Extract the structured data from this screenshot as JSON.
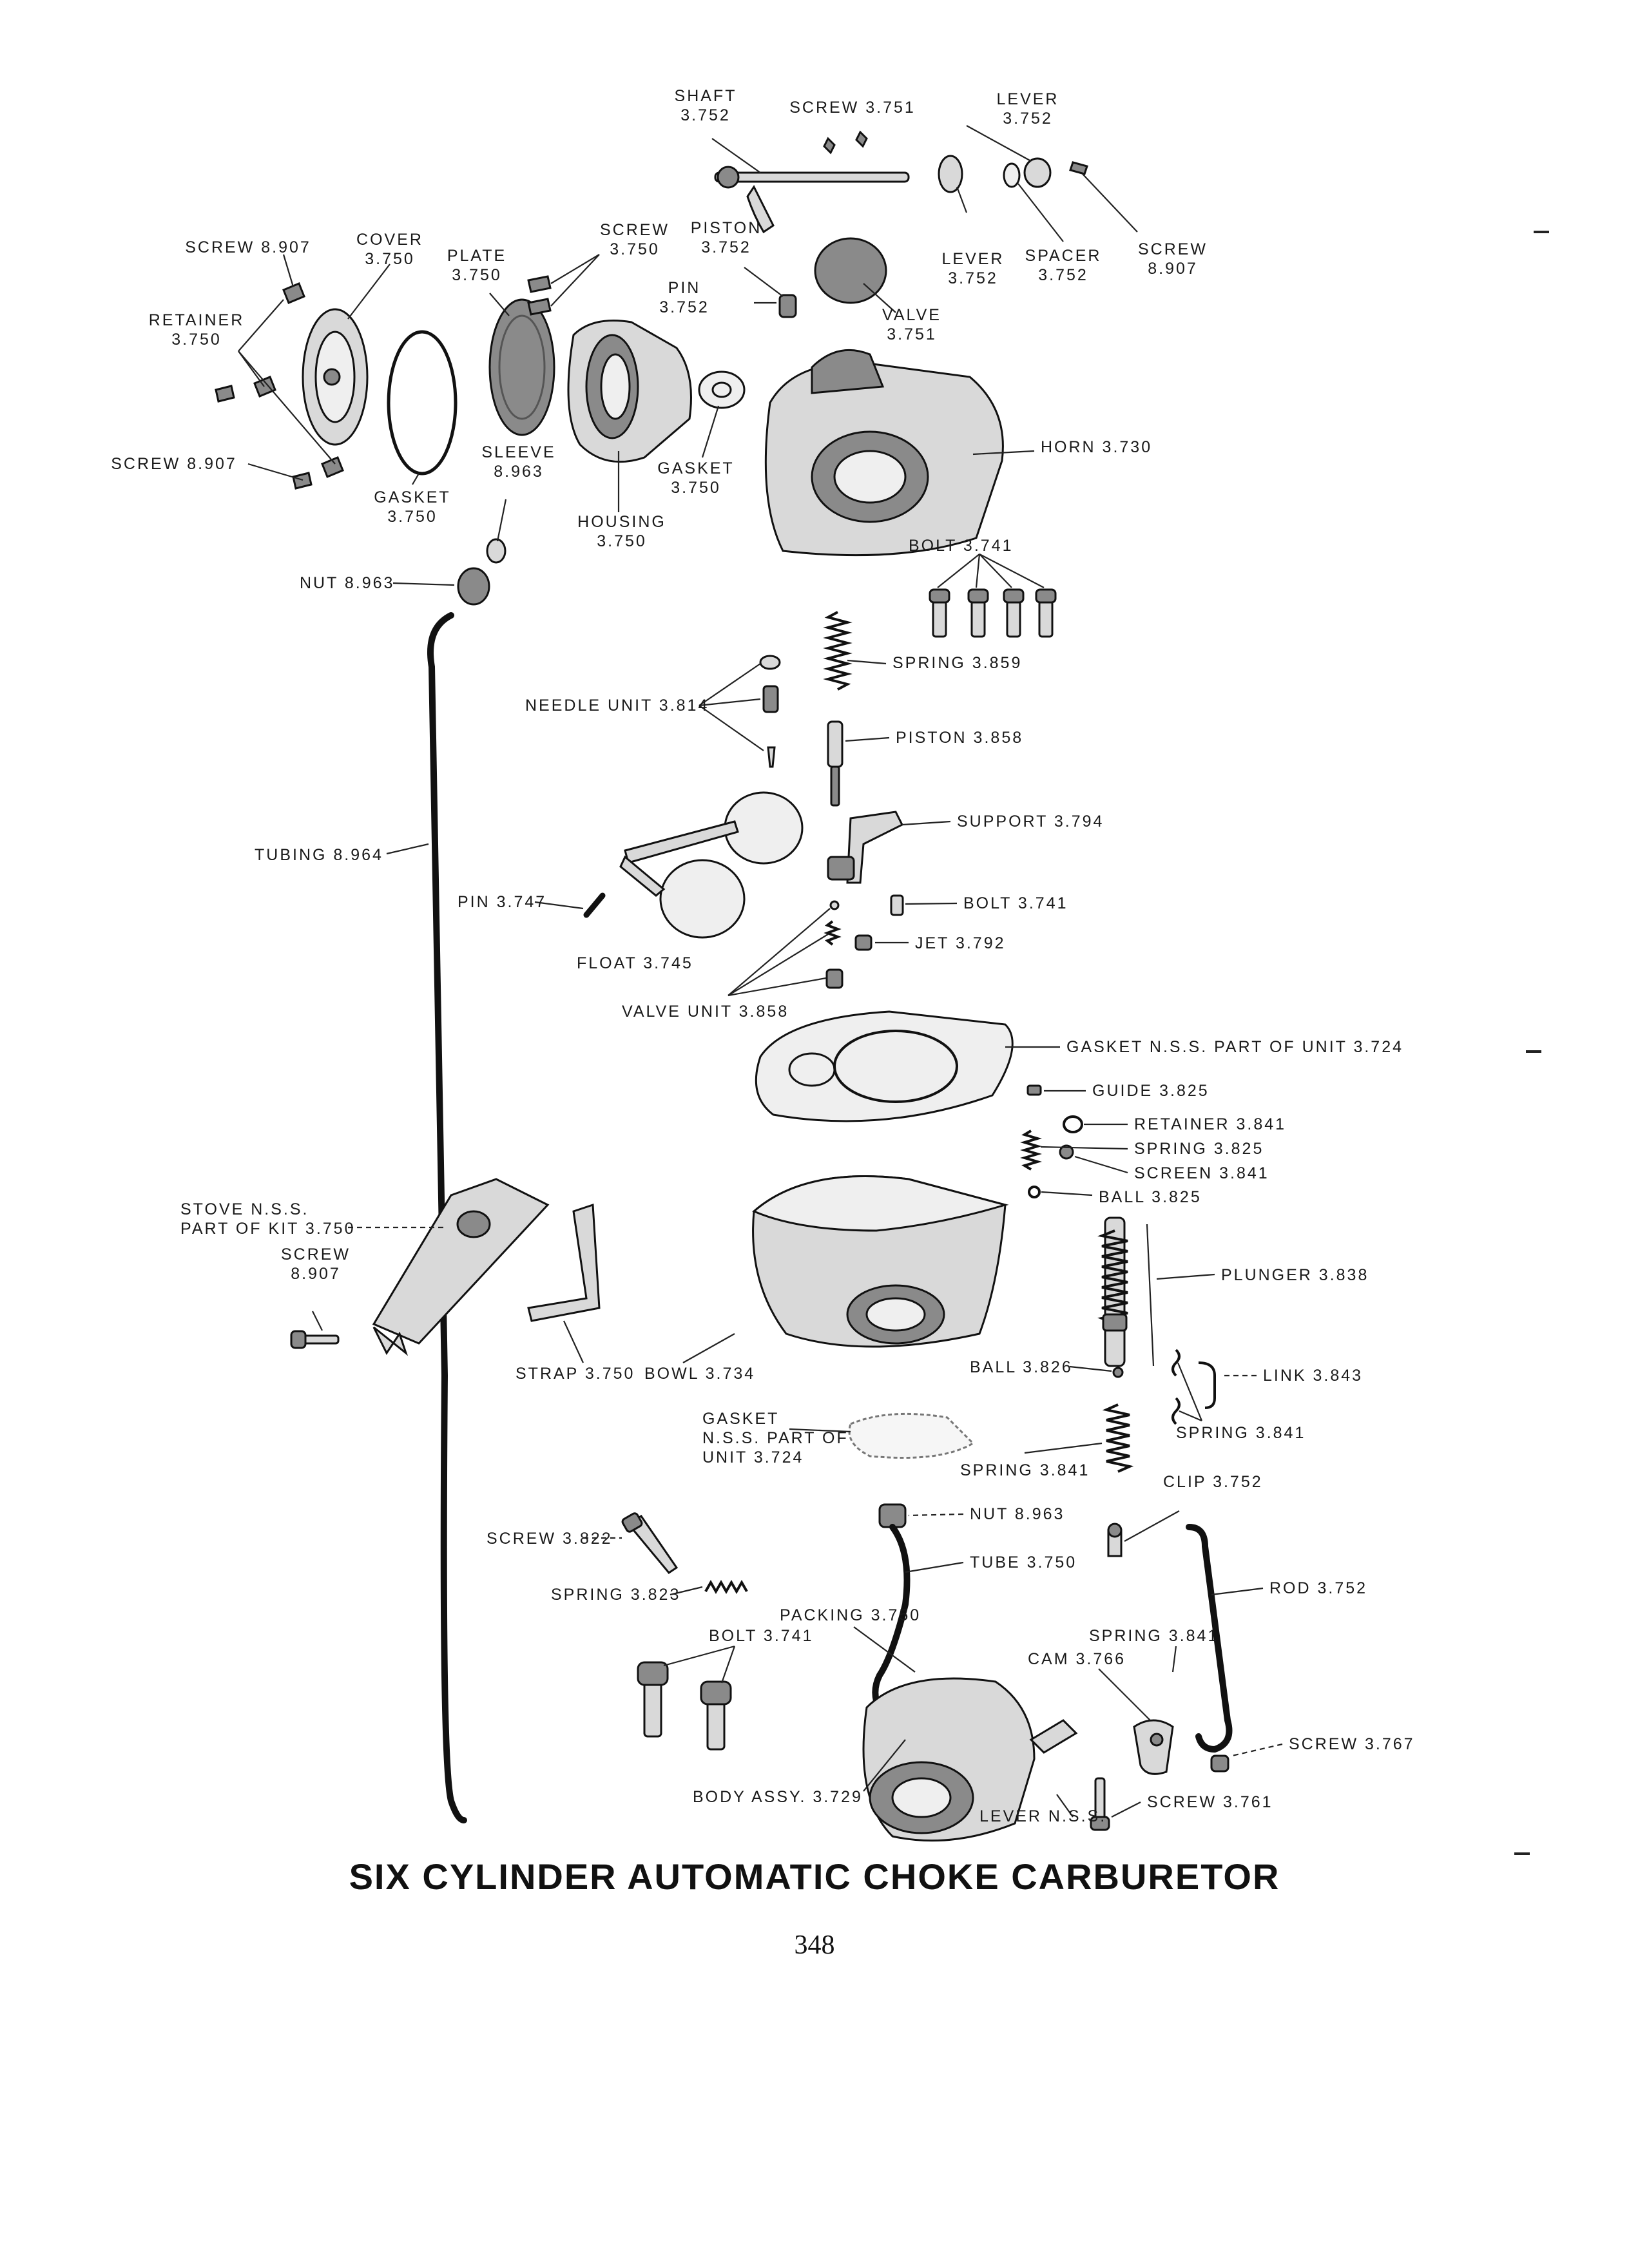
{
  "title": "SIX CYLINDER AUTOMATIC CHOKE CARBURETOR",
  "page_number": "348",
  "labels": {
    "shaft": [
      "SHAFT",
      "3.752"
    ],
    "screw_3751": [
      "SCREW 3.751"
    ],
    "lever_top": [
      "LEVER",
      "3.752"
    ],
    "screw_8907_a": [
      "SCREW 8.907"
    ],
    "cover": [
      "COVER",
      "3.750"
    ],
    "plate": [
      "PLATE",
      "3.750"
    ],
    "screw_3750": [
      "SCREW",
      "3.750"
    ],
    "piston_3752": [
      "PISTON",
      "3.752"
    ],
    "lever_3752": [
      "LEVER",
      "3.752"
    ],
    "spacer": [
      "SPACER",
      "3.752"
    ],
    "screw_8907_r": [
      "SCREW",
      "8.907"
    ],
    "retainer_3750": [
      "RETAINER",
      "3.750"
    ],
    "pin_3752": [
      "PIN",
      "3.752"
    ],
    "valve_3751": [
      "VALVE",
      "3.751"
    ],
    "screw_8907_b": [
      "SCREW 8.907"
    ],
    "sleeve": [
      "SLEEVE",
      "8.963"
    ],
    "gasket_left": [
      "GASKET",
      "3.750"
    ],
    "gasket_mid": [
      "GASKET",
      "3.750"
    ],
    "housing": [
      "HOUSING",
      "3.750"
    ],
    "horn": [
      "HORN 3.730"
    ],
    "bolt_3741_top": [
      "BOLT 3.741"
    ],
    "nut_8963_top": [
      "NUT 8.963"
    ],
    "spring_3859": [
      "SPRING 3.859"
    ],
    "needle_unit": [
      "NEEDLE UNIT 3.814"
    ],
    "piston_3858": [
      "PISTON 3.858"
    ],
    "tubing": [
      "TUBING 8.964"
    ],
    "support": [
      "SUPPORT 3.794"
    ],
    "pin_3747": [
      "PIN 3.747"
    ],
    "bolt_3741_mid": [
      "BOLT 3.741"
    ],
    "jet": [
      "JET 3.792"
    ],
    "float": [
      "FLOAT 3.745"
    ],
    "valve_unit": [
      "VALVE UNIT 3.858"
    ],
    "gasket_nss": [
      "GASKET N.S.S. PART OF UNIT 3.724"
    ],
    "guide": [
      "GUIDE 3.825"
    ],
    "retainer_3841": [
      "RETAINER 3.841"
    ],
    "spring_3825": [
      "SPRING 3.825"
    ],
    "screen": [
      "SCREEN 3.841"
    ],
    "ball_3825": [
      "BALL 3.825"
    ],
    "stove": [
      "STOVE N.S.S.",
      "PART OF KIT 3.750"
    ],
    "screw_8907_c": [
      "SCREW",
      "8.907"
    ],
    "plunger": [
      "PLUNGER 3.838"
    ],
    "strap": [
      "STRAP 3.750"
    ],
    "bowl": [
      "BOWL 3.734"
    ],
    "ball_3826": [
      "BALL 3.826"
    ],
    "link": [
      "LINK 3.843"
    ],
    "gasket_unit": [
      "GASKET",
      "N.S.S. PART OF",
      "UNIT 3.724"
    ],
    "spring_3841_r": [
      "SPRING 3.841"
    ],
    "spring_3841_m": [
      "SPRING 3.841"
    ],
    "clip": [
      "CLIP 3.752"
    ],
    "nut_8963_bot": [
      "NUT 8.963"
    ],
    "screw_3822": [
      "SCREW 3.822"
    ],
    "tube": [
      "TUBE 3.750"
    ],
    "rod": [
      "ROD 3.752"
    ],
    "spring_3823": [
      "SPRING 3.823"
    ],
    "packing": [
      "PACKING 3.750"
    ],
    "bolt_3741_bot": [
      "BOLT 3.741"
    ],
    "spring_3841_b": [
      "SPRING 3.841"
    ],
    "cam": [
      "CAM 3.766"
    ],
    "screw_3767": [
      "SCREW 3.767"
    ],
    "body": [
      "BODY ASSY. 3.729"
    ],
    "screw_3761": [
      "SCREW 3.761"
    ],
    "lever_nss": [
      "LEVER N.S.S."
    ]
  }
}
